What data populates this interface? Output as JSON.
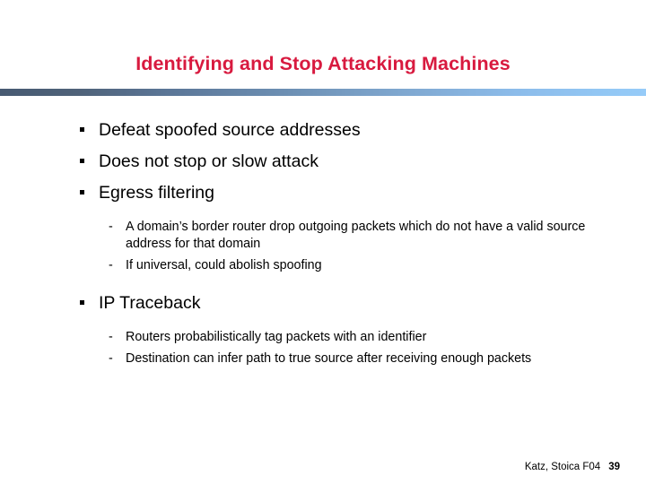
{
  "slide": {
    "title": "Identifying and Stop Attacking Machines",
    "title_color": "#d81a3f",
    "background_color": "#ffffff",
    "rule": {
      "gradient_start_color": "#475a72",
      "gradient_mid_color": "#6d90b4",
      "gradient_end_color": "#96cbf8"
    },
    "bullets": [
      {
        "marker": "square-bullet",
        "text": "Defeat spoofed source addresses",
        "children": []
      },
      {
        "marker": "square-bullet",
        "text": "Does not stop or slow attack",
        "children": []
      },
      {
        "marker": "square-bullet",
        "text": "Egress filtering",
        "children": [
          {
            "marker": "-",
            "text": "A domain’s border router drop outgoing packets which do not have a valid source address for that domain"
          },
          {
            "marker": "-",
            "text": "If universal, could abolish spoofing"
          }
        ]
      },
      {
        "marker": "square-bullet",
        "text": "IP Traceback",
        "children": [
          {
            "marker": "-",
            "text": "Routers probabilistically tag packets with an identifier"
          },
          {
            "marker": "-",
            "text": "Destination can infer path to true source after receiving enough packets"
          }
        ]
      }
    ],
    "footer": {
      "credit": "Katz, Stoica F04",
      "page_number": "39"
    }
  }
}
